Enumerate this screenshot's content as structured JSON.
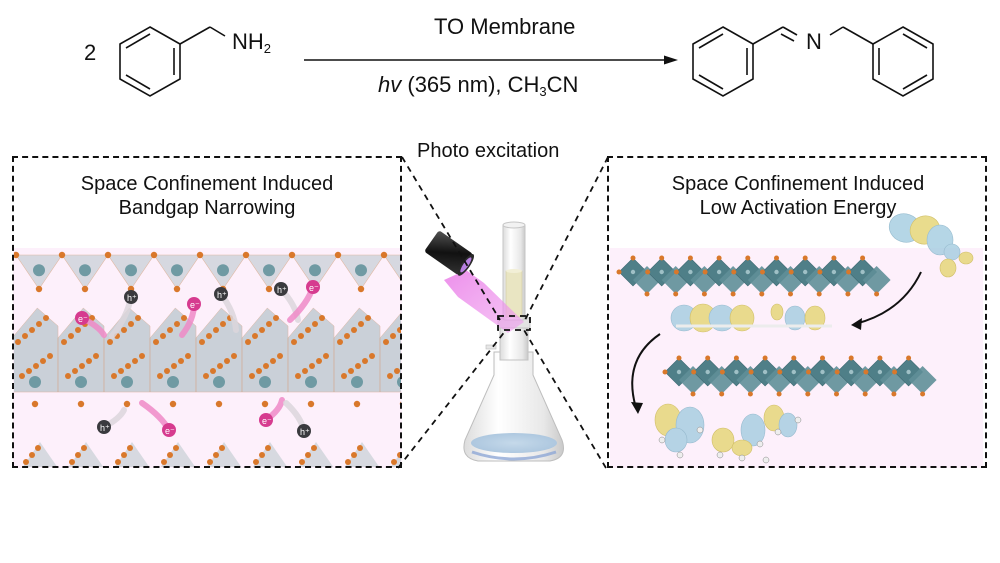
{
  "reaction": {
    "reactant_coefficient": "2",
    "reactant_name": "benzylamine",
    "reactant_group": {
      "main": "NH",
      "sub": "2"
    },
    "product_name": "N-benzylidenebenzylamine",
    "product_atom_label": "N",
    "arrow_above": "TO Membrane",
    "arrow_below": {
      "italic": "hv",
      "text": " (365 nm), CH",
      "sub": "3",
      "tail": "CN"
    }
  },
  "center": {
    "label": "Photo excitation",
    "light_source": "UV lamp",
    "vessel": "filtration flask with membrane holder"
  },
  "left_panel": {
    "title_line1": "Space Confinement Induced",
    "title_line2": "Bandgap Narrowing",
    "electron_label": "e⁻",
    "hole_label": "h⁺",
    "carriers": [
      {
        "type": "electron",
        "label": "e⁻"
      },
      {
        "type": "hole",
        "label": "h⁺"
      },
      {
        "type": "electron",
        "label": "e⁻"
      },
      {
        "type": "hole",
        "label": "h⁺"
      },
      {
        "type": "hole",
        "label": "h⁺"
      },
      {
        "type": "electron",
        "label": "e⁻"
      },
      {
        "type": "hole",
        "label": "h⁺"
      },
      {
        "type": "electron",
        "label": "e⁻"
      },
      {
        "type": "electron",
        "label": "e⁻"
      },
      {
        "type": "hole",
        "label": "h⁺"
      }
    ]
  },
  "right_panel": {
    "title_line1": "Space Confinement Induced",
    "title_line2": "Low Activation Energy",
    "orbital_lobe_colors": [
      "#e6d77a",
      "#a9cfe2"
    ]
  },
  "colors": {
    "panel_background": "#fdf0fb",
    "metal_atom": "#6f9aa3",
    "oxygen_atom": "#d9782b",
    "octahedron": "#4f7f88",
    "electron": "#d63b8f",
    "hole": "#3a3a3e",
    "uv_beam": "#e874e6",
    "text": "#111111"
  }
}
